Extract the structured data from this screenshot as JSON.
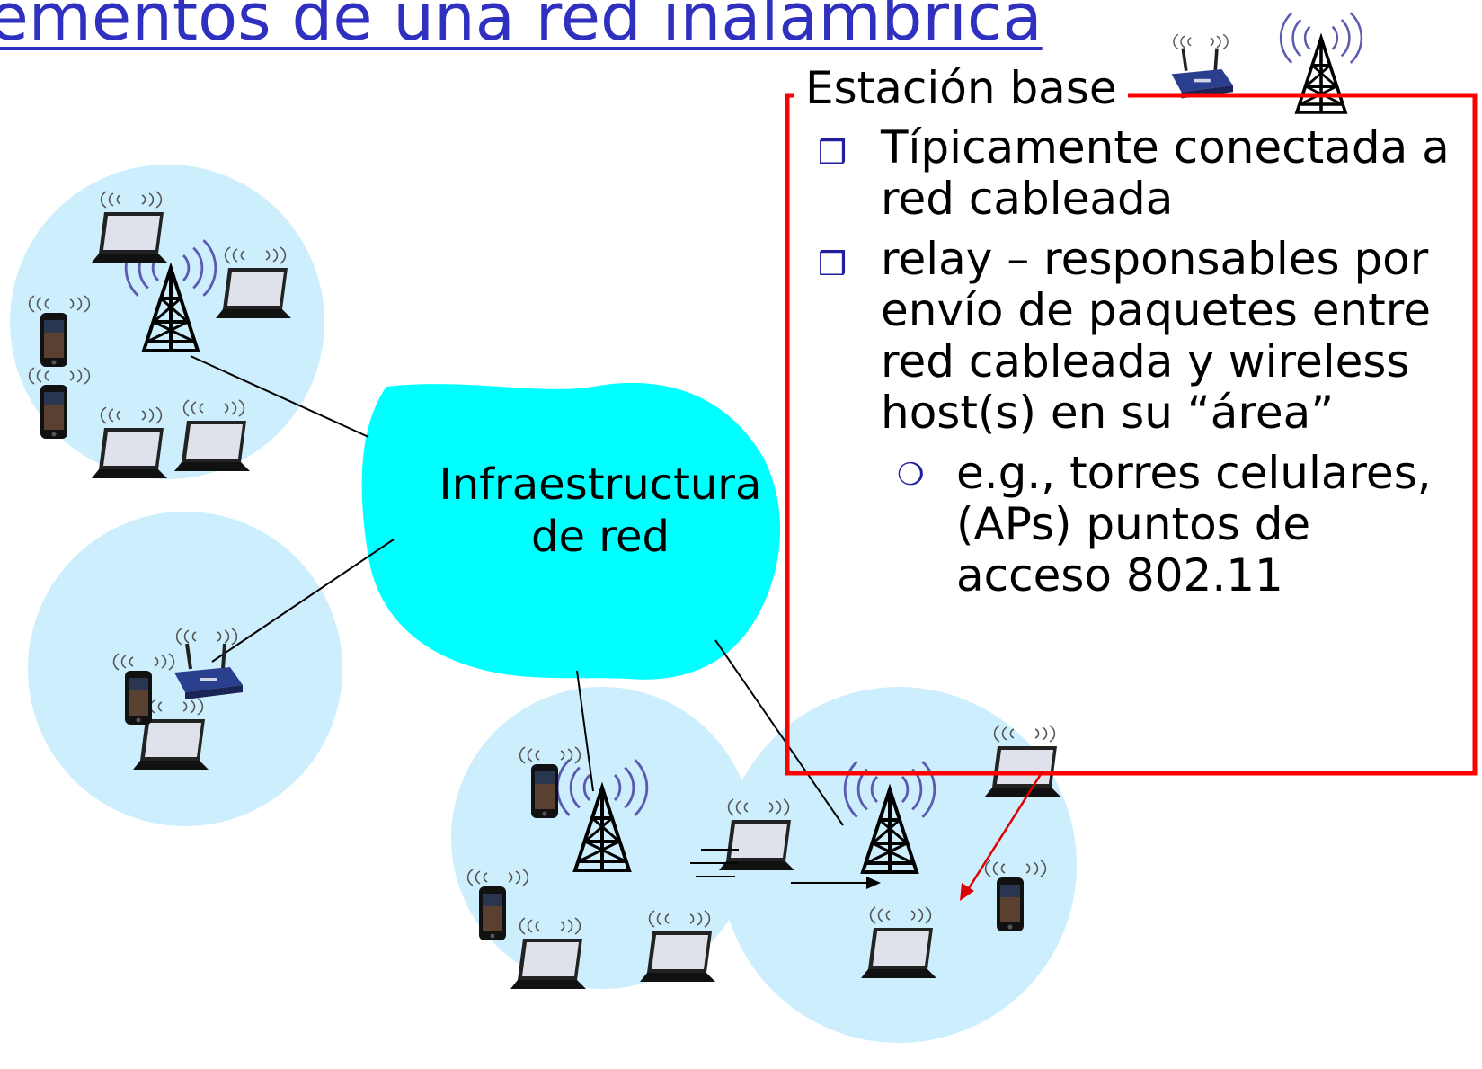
{
  "title": "Elementos de una red inalámbrica",
  "cloud_label": [
    "Infraestructura",
    "de red"
  ],
  "box": {
    "label": "Estación base",
    "bullet_mark": "❒",
    "sub_mark": "❍",
    "bullets": [
      "Típicamente conectada a red cableada",
      "relay – responsables por envío de paquetes entre red cableada y wireless host(s) en su “área”"
    ],
    "sub_bullets": [
      "e.g., torres celulares, (APs) puntos de acceso 802.11"
    ]
  },
  "colors": {
    "title": "#2f2fc0",
    "cloud": "#00ffff",
    "cell": "#cdeefc",
    "box_border": "#ff0000",
    "arrow": "#e00000",
    "bullet": "#1f1fa0"
  },
  "icons": [
    "cell-tower-icon",
    "wifi-router-icon",
    "laptop-icon",
    "smartphone-icon",
    "wireless-waves-icon",
    "motion-lines-icon"
  ]
}
